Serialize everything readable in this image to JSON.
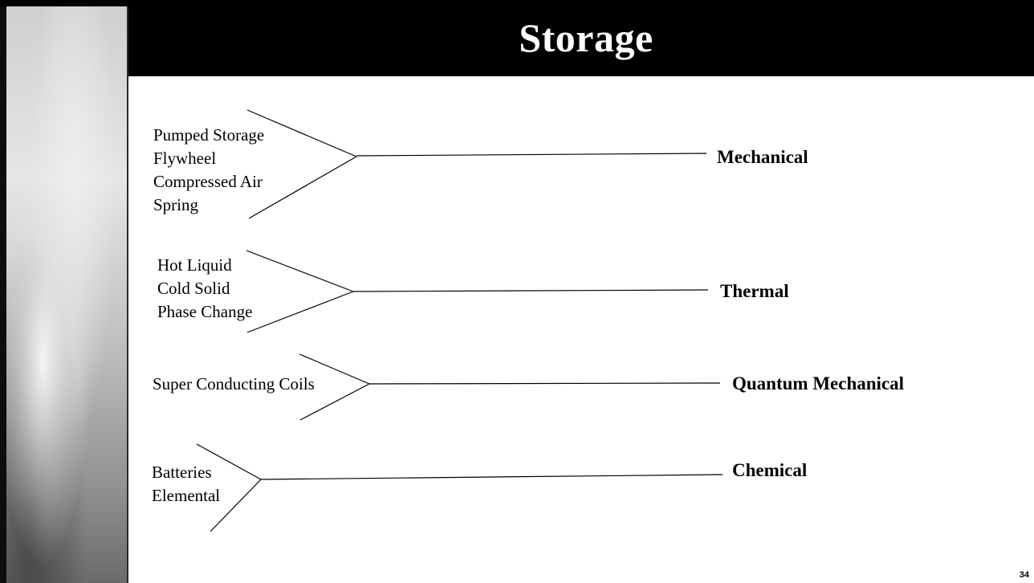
{
  "slide": {
    "title": "Storage",
    "page_number": "34"
  },
  "groups": [
    {
      "category": "Mechanical",
      "items": [
        "Pumped Storage",
        "Flywheel",
        "Compressed Air",
        "Spring"
      ]
    },
    {
      "category": "Thermal",
      "items": [
        "Hot Liquid",
        "Cold Solid",
        "Phase Change"
      ]
    },
    {
      "category": "Quantum Mechanical",
      "items": [
        "Super Conducting Coils"
      ]
    },
    {
      "category": "Chemical",
      "items": [
        "Batteries",
        "Elemental"
      ]
    }
  ]
}
